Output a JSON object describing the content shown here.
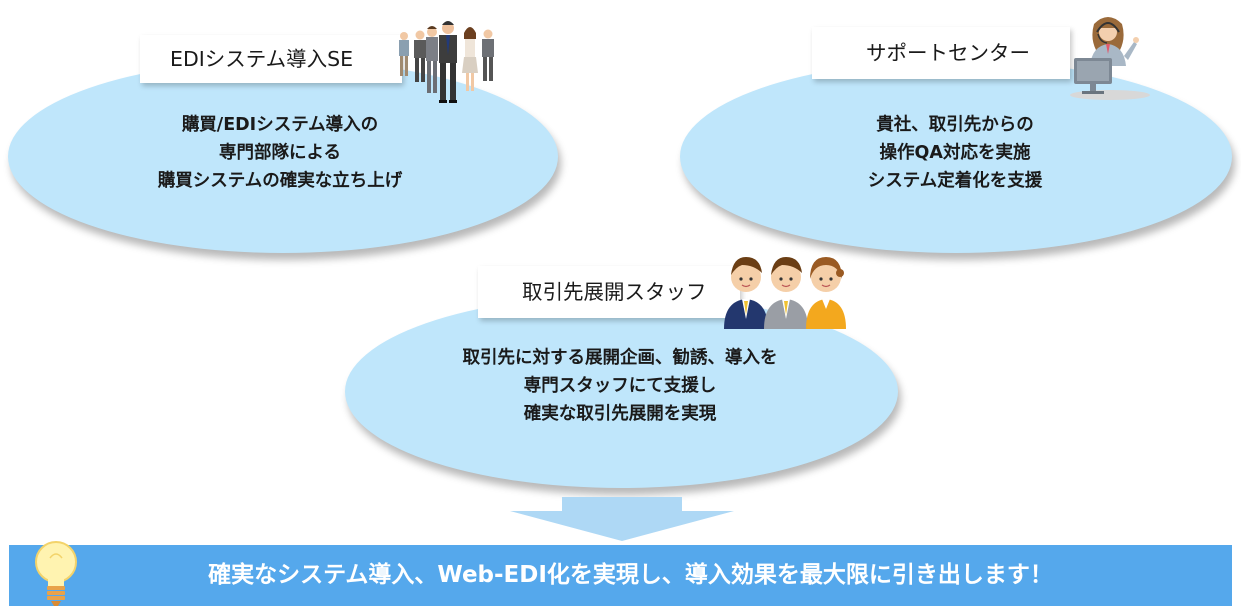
{
  "nodes": [
    {
      "label": "EDIシステム導入SE",
      "lines": [
        "購買/EDIシステム導入の",
        "専門部隊による",
        "購買システムの確実な立ち上げ"
      ]
    },
    {
      "label": "サポートセンター",
      "lines": [
        "貴社、取引先からの",
        "操作QA対応を実施",
        "システム定着化を支援"
      ]
    },
    {
      "label": "取引先展開スタッフ",
      "lines": [
        "取引先に対する展開企画、勧誘、導入を",
        "専門スタッフにて支援し",
        "確実な取引先展開を実現"
      ]
    }
  ],
  "banner": {
    "text": "確実なシステム導入、Web-EDI化を実現し、導入効果を最大限に引き出します！"
  },
  "colors": {
    "ellipse": "#bfe6fb",
    "banner": "#55a8ec",
    "arrow": "#aed8f5"
  },
  "icons": {
    "se_group": "business-people-group-icon",
    "support": "call-center-operator-icon",
    "staff": "staff-trio-icon",
    "bulb": "lightbulb-icon",
    "arrow": "down-arrow-icon"
  }
}
